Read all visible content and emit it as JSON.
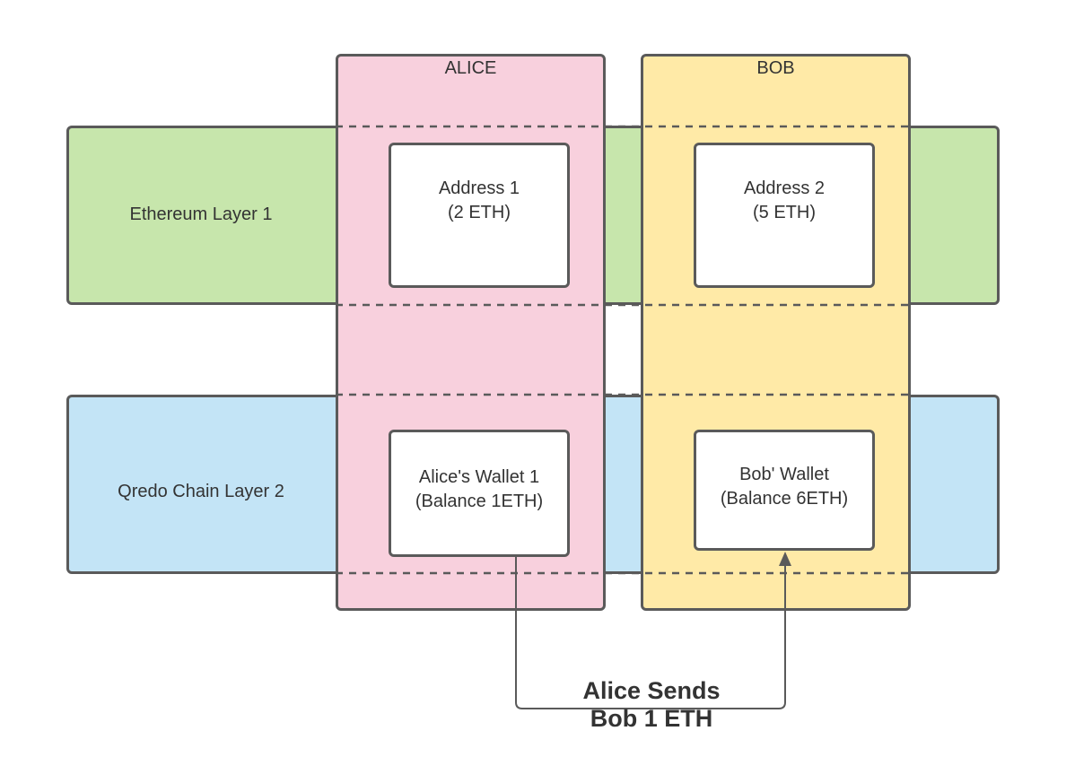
{
  "rows": {
    "layer1": "Ethereum Layer 1",
    "layer2": "Qredo Chain Layer 2"
  },
  "columns": {
    "alice": "ALICE",
    "bob": "BOB"
  },
  "nodes": {
    "address1": {
      "line1": "Address 1",
      "line2": "(2 ETH)"
    },
    "address2": {
      "line1": "Address 2",
      "line2": "(5 ETH)"
    },
    "alice_wallet": {
      "line1": "Alice's Wallet 1",
      "line2": "(Balance 1ETH)"
    },
    "bob_wallet": {
      "line1": "Bob' Wallet",
      "line2": "(Balance 6ETH)"
    }
  },
  "edge": {
    "label_line1": "Alice Sends",
    "label_line2": "Bob 1 ETH"
  },
  "colors": {
    "layer1_fill": "#c7e6ac",
    "layer2_fill": "#c3e4f6",
    "alice_fill": "#f8d0dd",
    "bob_fill": "#ffeaa7",
    "stroke": "#5a5a5a"
  }
}
